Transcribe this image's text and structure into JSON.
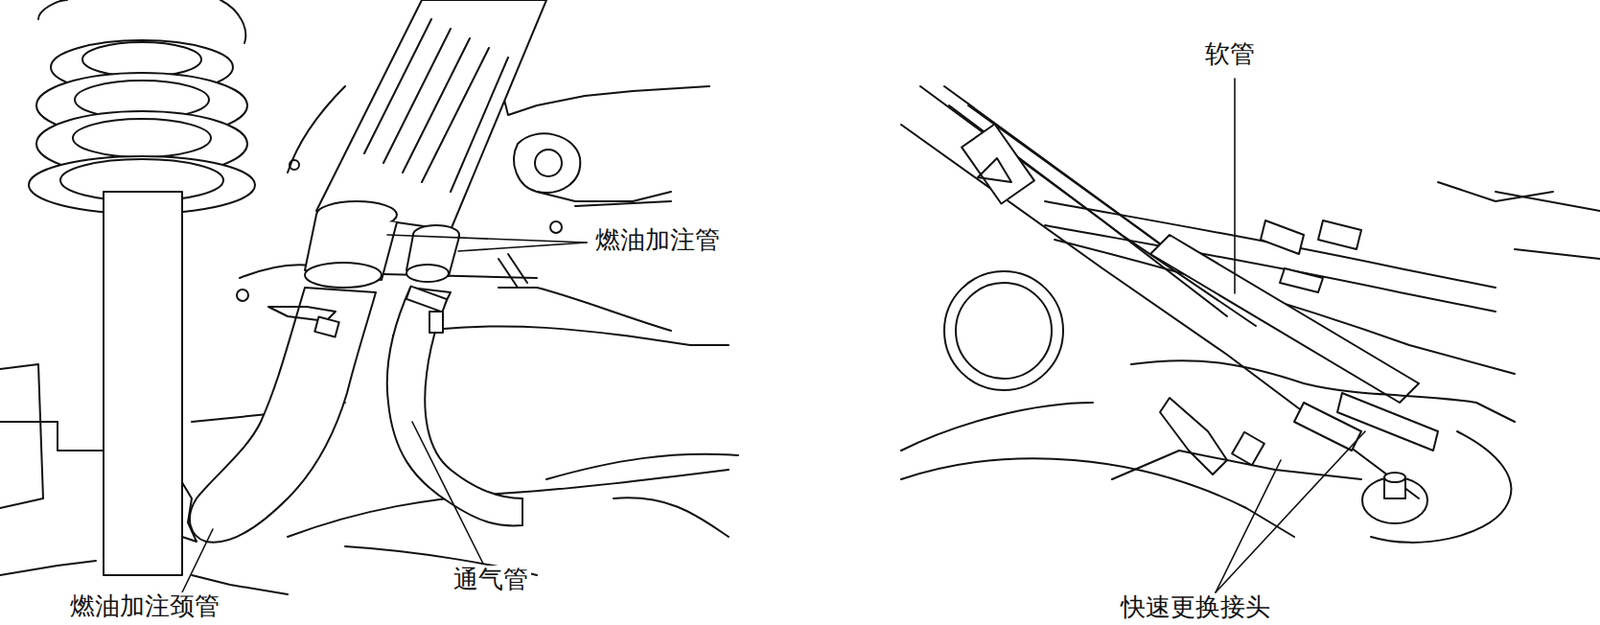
{
  "diagram": {
    "labels": [
      "燃油加注管",
      "通气管",
      "燃油加注颈管",
      "软管",
      "快速更换接头"
    ]
  }
}
